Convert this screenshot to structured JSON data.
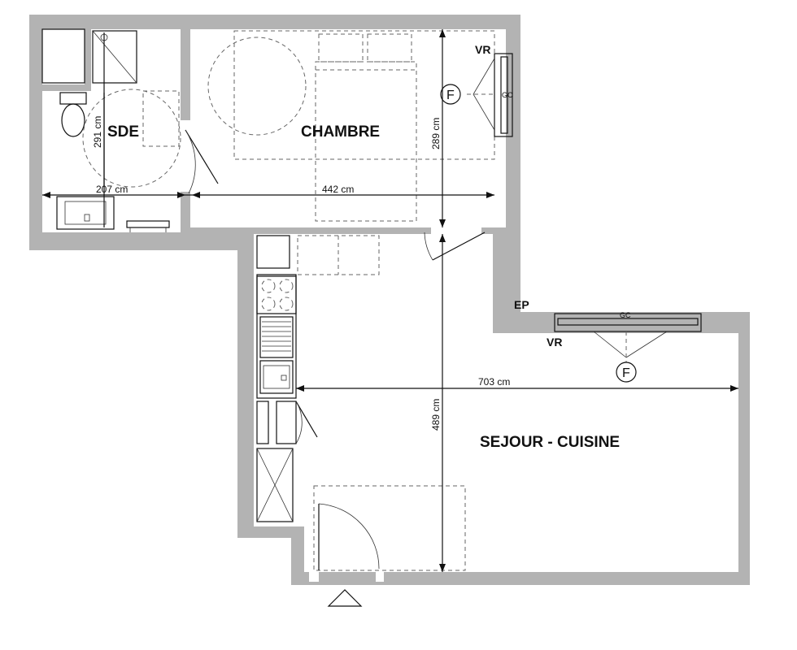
{
  "rooms": {
    "sde": "SDE",
    "chambre": "CHAMBRE",
    "sejour": "SEJOUR - CUISINE"
  },
  "dimensions": {
    "sde_height": "291 cm",
    "sde_width": "207 cm",
    "chambre_width": "442 cm",
    "chambre_height": "289 cm",
    "sejour_width": "703 cm",
    "sejour_height": "489 cm"
  },
  "markers": {
    "vr_chambre": "VR",
    "vr_sejour": "VR",
    "gc_chambre": "GC",
    "gc_sejour": "GC",
    "ep": "EP",
    "f_chambre": "F",
    "f_sejour": "F"
  },
  "colors": {
    "wall": "#b3b3b3",
    "line": "#111111"
  }
}
